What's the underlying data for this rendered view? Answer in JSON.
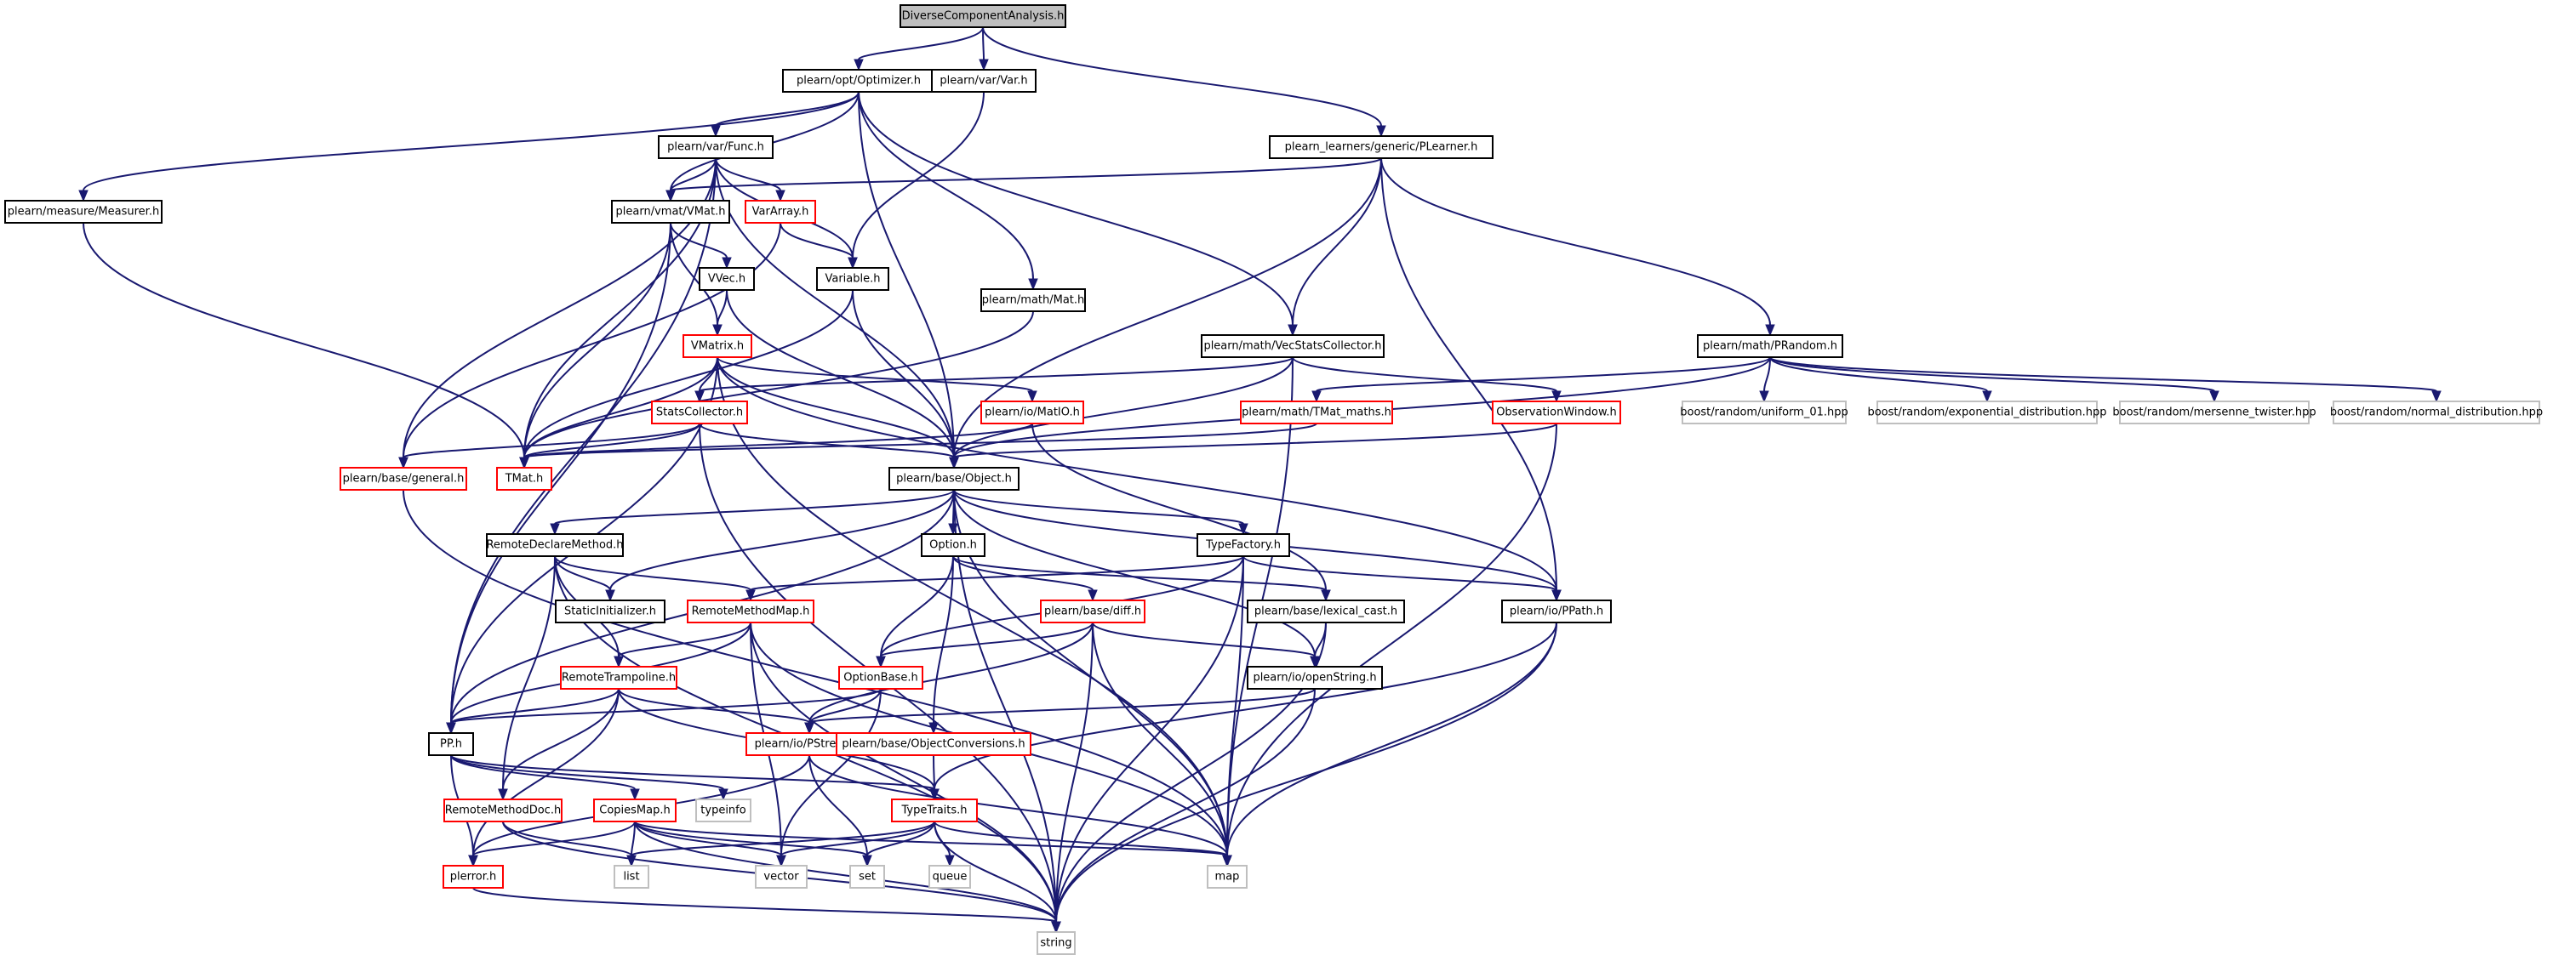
{
  "title": "DiverseComponentAnalysis.h",
  "colors": {
    "edge": "#191970",
    "root_fill": "#bfbfbf",
    "documented_border": "#000000",
    "truncated_border": "#ff0000",
    "external_border": "#bfbfbf"
  },
  "nodes": [
    {
      "id": "n_root",
      "label": "DiverseComponentAnalysis.h",
      "kind": "root"
    },
    {
      "id": "n_optimizer",
      "label": "plearn/opt/Optimizer.h",
      "kind": "doc"
    },
    {
      "id": "n_var",
      "label": "plearn/var/Var.h",
      "kind": "doc"
    },
    {
      "id": "n_plearner",
      "label": "plearn_learners/generic/PLearner.h",
      "kind": "doc"
    },
    {
      "id": "n_measurer",
      "label": "plearn/measure/Measurer.h",
      "kind": "doc"
    },
    {
      "id": "n_func",
      "label": "plearn/var/Func.h",
      "kind": "doc"
    },
    {
      "id": "n_vmat",
      "label": "plearn/vmat/VMat.h",
      "kind": "doc"
    },
    {
      "id": "n_vararray",
      "label": "VarArray.h",
      "kind": "trunc"
    },
    {
      "id": "n_vvec",
      "label": "VVec.h",
      "kind": "doc"
    },
    {
      "id": "n_variable",
      "label": "Variable.h",
      "kind": "doc"
    },
    {
      "id": "n_vmatrix",
      "label": "VMatrix.h",
      "kind": "trunc"
    },
    {
      "id": "n_mat",
      "label": "plearn/math/Mat.h",
      "kind": "doc"
    },
    {
      "id": "n_vecstats",
      "label": "plearn/math/VecStatsCollector.h",
      "kind": "doc"
    },
    {
      "id": "n_prandom",
      "label": "plearn/math/PRandom.h",
      "kind": "doc"
    },
    {
      "id": "n_statscoll",
      "label": "StatsCollector.h",
      "kind": "trunc"
    },
    {
      "id": "n_matio",
      "label": "plearn/io/MatIO.h",
      "kind": "trunc"
    },
    {
      "id": "n_tmatmaths",
      "label": "plearn/math/TMat_maths.h",
      "kind": "trunc"
    },
    {
      "id": "n_obswin",
      "label": "ObservationWindow.h",
      "kind": "trunc"
    },
    {
      "id": "n_uniform",
      "label": "boost/random/uniform_01.hpp",
      "kind": "ext"
    },
    {
      "id": "n_expdist",
      "label": "boost/random/exponential_distribution.hpp",
      "kind": "ext"
    },
    {
      "id": "n_mersenne",
      "label": "boost/random/mersenne_twister.hpp",
      "kind": "ext"
    },
    {
      "id": "n_normdist",
      "label": "boost/random/normal_distribution.hpp",
      "kind": "ext"
    },
    {
      "id": "n_general",
      "label": "plearn/base/general.h",
      "kind": "trunc"
    },
    {
      "id": "n_tmat",
      "label": "TMat.h",
      "kind": "trunc"
    },
    {
      "id": "n_object",
      "label": "plearn/base/Object.h",
      "kind": "doc"
    },
    {
      "id": "n_remotedecl",
      "label": "RemoteDeclareMethod.h",
      "kind": "doc"
    },
    {
      "id": "n_option",
      "label": "Option.h",
      "kind": "doc"
    },
    {
      "id": "n_typefactory",
      "label": "TypeFactory.h",
      "kind": "doc"
    },
    {
      "id": "n_staticinit",
      "label": "StaticInitializer.h",
      "kind": "doc"
    },
    {
      "id": "n_remotemap",
      "label": "RemoteMethodMap.h",
      "kind": "trunc"
    },
    {
      "id": "n_diff",
      "label": "plearn/base/diff.h",
      "kind": "trunc"
    },
    {
      "id": "n_lexcast",
      "label": "plearn/base/lexical_cast.h",
      "kind": "doc"
    },
    {
      "id": "n_ppath",
      "label": "plearn/io/PPath.h",
      "kind": "doc"
    },
    {
      "id": "n_remotetramp",
      "label": "RemoteTrampoline.h",
      "kind": "trunc"
    },
    {
      "id": "n_optionbase",
      "label": "OptionBase.h",
      "kind": "trunc"
    },
    {
      "id": "n_openstring",
      "label": "plearn/io/openString.h",
      "kind": "doc"
    },
    {
      "id": "n_pp",
      "label": "PP.h",
      "kind": "doc"
    },
    {
      "id": "n_pstream",
      "label": "plearn/io/PStream.h",
      "kind": "trunc"
    },
    {
      "id": "n_objconv",
      "label": "plearn/base/ObjectConversions.h",
      "kind": "trunc"
    },
    {
      "id": "n_remotedoc",
      "label": "RemoteMethodDoc.h",
      "kind": "trunc"
    },
    {
      "id": "n_copiesmap",
      "label": "CopiesMap.h",
      "kind": "trunc"
    },
    {
      "id": "n_typeinfo",
      "label": "typeinfo",
      "kind": "ext"
    },
    {
      "id": "n_typetraits",
      "label": "TypeTraits.h",
      "kind": "trunc"
    },
    {
      "id": "n_perror",
      "label": "plerror.h",
      "kind": "trunc"
    },
    {
      "id": "n_list",
      "label": "list",
      "kind": "ext"
    },
    {
      "id": "n_vector",
      "label": "vector",
      "kind": "ext"
    },
    {
      "id": "n_set",
      "label": "set",
      "kind": "ext"
    },
    {
      "id": "n_queue",
      "label": "queue",
      "kind": "ext"
    },
    {
      "id": "n_map",
      "label": "map",
      "kind": "ext"
    },
    {
      "id": "n_string",
      "label": "string",
      "kind": "ext"
    }
  ],
  "edges": [
    [
      "n_root",
      "n_optimizer"
    ],
    [
      "n_root",
      "n_var"
    ],
    [
      "n_root",
      "n_plearner"
    ],
    [
      "n_optimizer",
      "n_measurer"
    ],
    [
      "n_optimizer",
      "n_func"
    ],
    [
      "n_optimizer",
      "n_vmat"
    ],
    [
      "n_optimizer",
      "n_mat"
    ],
    [
      "n_optimizer",
      "n_vecstats"
    ],
    [
      "n_optimizer",
      "n_object"
    ],
    [
      "n_var",
      "n_variable"
    ],
    [
      "n_plearner",
      "n_vmat"
    ],
    [
      "n_plearner",
      "n_vecstats"
    ],
    [
      "n_plearner",
      "n_prandom"
    ],
    [
      "n_plearner",
      "n_object"
    ],
    [
      "n_plearner",
      "n_ppath"
    ],
    [
      "n_measurer",
      "n_tmat"
    ],
    [
      "n_func",
      "n_vmat"
    ],
    [
      "n_func",
      "n_vararray"
    ],
    [
      "n_func",
      "n_variable"
    ],
    [
      "n_func",
      "n_general"
    ],
    [
      "n_func",
      "n_tmat"
    ],
    [
      "n_func",
      "n_object"
    ],
    [
      "n_func",
      "n_pp"
    ],
    [
      "n_vmat",
      "n_vvec"
    ],
    [
      "n_vmat",
      "n_vmatrix"
    ],
    [
      "n_vmat",
      "n_tmat"
    ],
    [
      "n_vmat",
      "n_pp"
    ],
    [
      "n_vararray",
      "n_variable"
    ],
    [
      "n_vararray",
      "n_general"
    ],
    [
      "n_vvec",
      "n_vmatrix"
    ],
    [
      "n_vvec",
      "n_object"
    ],
    [
      "n_variable",
      "n_tmat"
    ],
    [
      "n_variable",
      "n_object"
    ],
    [
      "n_vmatrix",
      "n_statscoll"
    ],
    [
      "n_vmatrix",
      "n_tmat"
    ],
    [
      "n_vmatrix",
      "n_object"
    ],
    [
      "n_vmatrix",
      "n_ppath"
    ],
    [
      "n_vmatrix",
      "n_pp"
    ],
    [
      "n_vmatrix",
      "n_map"
    ],
    [
      "n_vmatrix",
      "n_matio"
    ],
    [
      "n_mat",
      "n_tmat"
    ],
    [
      "n_vecstats",
      "n_statscoll"
    ],
    [
      "n_vecstats",
      "n_obswin"
    ],
    [
      "n_vecstats",
      "n_object"
    ],
    [
      "n_vecstats",
      "n_map"
    ],
    [
      "n_prandom",
      "n_tmatmaths"
    ],
    [
      "n_prandom",
      "n_uniform"
    ],
    [
      "n_prandom",
      "n_expdist"
    ],
    [
      "n_prandom",
      "n_mersenne"
    ],
    [
      "n_prandom",
      "n_normdist"
    ],
    [
      "n_prandom",
      "n_object"
    ],
    [
      "n_statscoll",
      "n_general"
    ],
    [
      "n_statscoll",
      "n_tmat"
    ],
    [
      "n_statscoll",
      "n_object"
    ],
    [
      "n_statscoll",
      "n_string"
    ],
    [
      "n_matio",
      "n_tmat"
    ],
    [
      "n_matio",
      "n_lexcast"
    ],
    [
      "n_tmatmaths",
      "n_tmat"
    ],
    [
      "n_obswin",
      "n_object"
    ],
    [
      "n_obswin",
      "n_map"
    ],
    [
      "n_general",
      "n_map"
    ],
    [
      "n_object",
      "n_remotedecl"
    ],
    [
      "n_object",
      "n_option"
    ],
    [
      "n_object",
      "n_typefactory"
    ],
    [
      "n_object",
      "n_staticinit"
    ],
    [
      "n_object",
      "n_ppath"
    ],
    [
      "n_object",
      "n_openstring"
    ],
    [
      "n_object",
      "n_pp"
    ],
    [
      "n_object",
      "n_map"
    ],
    [
      "n_object",
      "n_string"
    ],
    [
      "n_remotedecl",
      "n_staticinit"
    ],
    [
      "n_remotedecl",
      "n_remotemap"
    ],
    [
      "n_remotedecl",
      "n_remotetramp"
    ],
    [
      "n_remotedecl",
      "n_remotedoc"
    ],
    [
      "n_remotedecl",
      "n_string"
    ],
    [
      "n_option",
      "n_diff"
    ],
    [
      "n_option",
      "n_lexcast"
    ],
    [
      "n_option",
      "n_optionbase"
    ],
    [
      "n_option",
      "n_objconv"
    ],
    [
      "n_typefactory",
      "n_remotemap"
    ],
    [
      "n_typefactory",
      "n_optionbase"
    ],
    [
      "n_typefactory",
      "n_ppath"
    ],
    [
      "n_typefactory",
      "n_map"
    ],
    [
      "n_typefactory",
      "n_string"
    ],
    [
      "n_remotemap",
      "n_remotetramp"
    ],
    [
      "n_remotemap",
      "n_pp"
    ],
    [
      "n_remotemap",
      "n_vector"
    ],
    [
      "n_remotemap",
      "n_map"
    ],
    [
      "n_remotemap",
      "n_string"
    ],
    [
      "n_diff",
      "n_optionbase"
    ],
    [
      "n_diff",
      "n_openstring"
    ],
    [
      "n_diff",
      "n_pstream"
    ],
    [
      "n_diff",
      "n_map"
    ],
    [
      "n_diff",
      "n_string"
    ],
    [
      "n_lexcast",
      "n_openstring"
    ],
    [
      "n_lexcast",
      "n_string"
    ],
    [
      "n_ppath",
      "n_typetraits"
    ],
    [
      "n_ppath",
      "n_map"
    ],
    [
      "n_ppath",
      "n_string"
    ],
    [
      "n_remotetramp",
      "n_pp"
    ],
    [
      "n_remotetramp",
      "n_pstream"
    ],
    [
      "n_remotetramp",
      "n_typetraits"
    ],
    [
      "n_remotetramp",
      "n_remotedoc"
    ],
    [
      "n_remotetramp",
      "n_perror"
    ],
    [
      "n_optionbase",
      "n_pp"
    ],
    [
      "n_optionbase",
      "n_pstream"
    ],
    [
      "n_optionbase",
      "n_vector"
    ],
    [
      "n_openstring",
      "n_pstream"
    ],
    [
      "n_openstring",
      "n_string"
    ],
    [
      "n_pp",
      "n_copiesmap"
    ],
    [
      "n_pp",
      "n_typeinfo"
    ],
    [
      "n_pp",
      "n_typetraits"
    ],
    [
      "n_pp",
      "n_perror"
    ],
    [
      "n_pstream",
      "n_perror"
    ],
    [
      "n_pstream",
      "n_set"
    ],
    [
      "n_pstream",
      "n_map"
    ],
    [
      "n_objconv",
      "n_typetraits"
    ],
    [
      "n_remotedoc",
      "n_list"
    ],
    [
      "n_remotedoc",
      "n_string"
    ],
    [
      "n_copiesmap",
      "n_perror"
    ],
    [
      "n_copiesmap",
      "n_list"
    ],
    [
      "n_copiesmap",
      "n_vector"
    ],
    [
      "n_copiesmap",
      "n_set"
    ],
    [
      "n_copiesmap",
      "n_map"
    ],
    [
      "n_copiesmap",
      "n_string"
    ],
    [
      "n_typetraits",
      "n_list"
    ],
    [
      "n_typetraits",
      "n_vector"
    ],
    [
      "n_typetraits",
      "n_set"
    ],
    [
      "n_typetraits",
      "n_queue"
    ],
    [
      "n_typetraits",
      "n_map"
    ],
    [
      "n_typetraits",
      "n_string"
    ],
    [
      "n_perror",
      "n_string"
    ]
  ]
}
